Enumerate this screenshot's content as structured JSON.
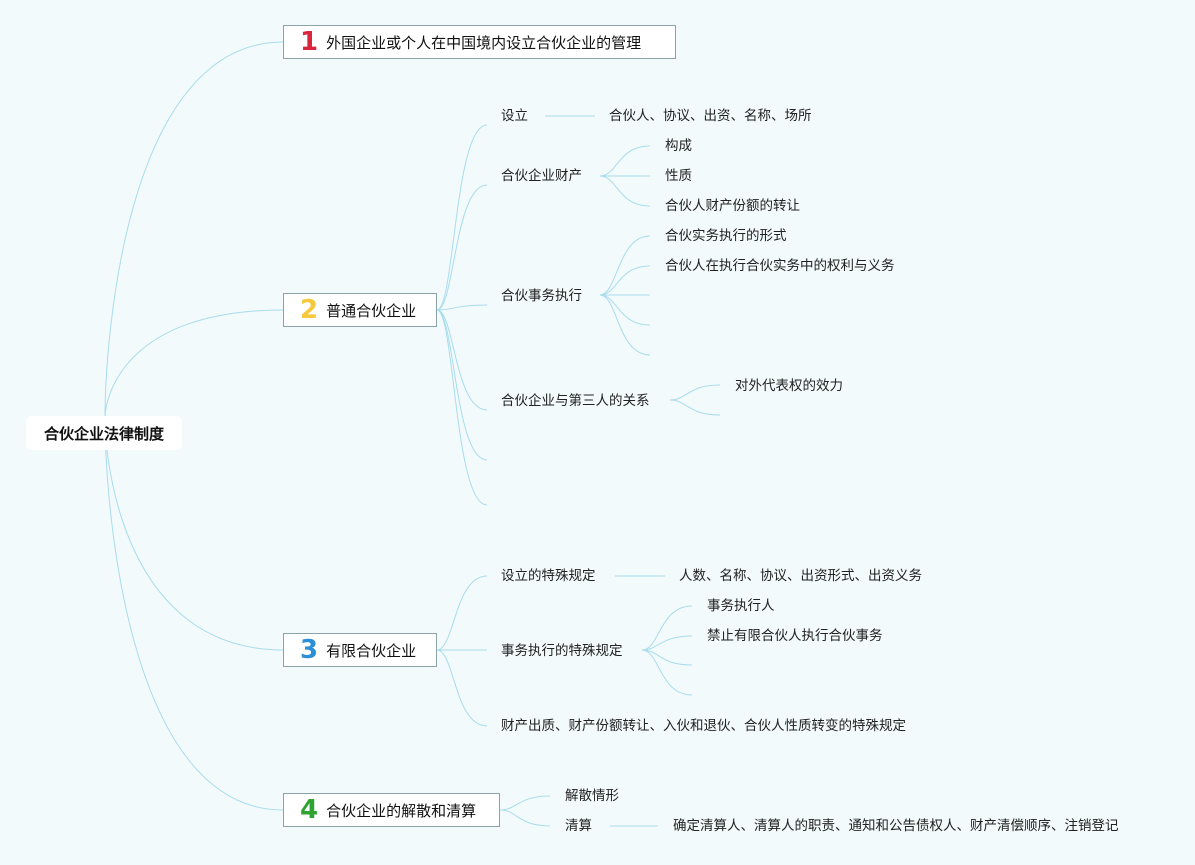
{
  "root": "合伙企业法律制度",
  "colors": {
    "line": "#a8dcec",
    "n1": "#d7263d",
    "n2": "#f5c93b",
    "n3": "#2b8fd6",
    "n4": "#2fa331"
  },
  "topics": [
    {
      "num": "1",
      "label": "外国企业或个人在中国境内设立合伙企业的管理"
    },
    {
      "num": "2",
      "label": "普通合伙企业",
      "children": [
        {
          "label": "设立",
          "detail": "合伙人、协议、出资、名称、场所"
        },
        {
          "label": "合伙企业财产",
          "children": [
            "构成",
            "性质",
            "合伙人财产份额的转让"
          ]
        },
        {
          "label": "合伙事务执行",
          "children": [
            "合伙实务执行的形式",
            "合伙人在执行合伙实务中的权利与义务"
          ]
        },
        {
          "label": "合伙企业与第三人的关系",
          "children": [
            "对外代表权的效力"
          ]
        }
      ]
    },
    {
      "num": "3",
      "label": "有限合伙企业",
      "children": [
        {
          "label": "设立的特殊规定",
          "detail": "人数、名称、协议、出资形式、出资义务"
        },
        {
          "label": "事务执行的特殊规定",
          "children": [
            "事务执行人",
            "禁止有限合伙人执行合伙事务"
          ]
        },
        {
          "label": "财产出质、财产份额转让、入伙和退伙、合伙人性质转变的特殊规定"
        }
      ]
    },
    {
      "num": "4",
      "label": "合伙企业的解散和清算",
      "children": [
        {
          "label": "解散情形"
        },
        {
          "label": "清算",
          "detail": "确定清算人、清算人的职责、通知和公告债权人、财产清偿顺序、注销登记"
        }
      ]
    }
  ]
}
